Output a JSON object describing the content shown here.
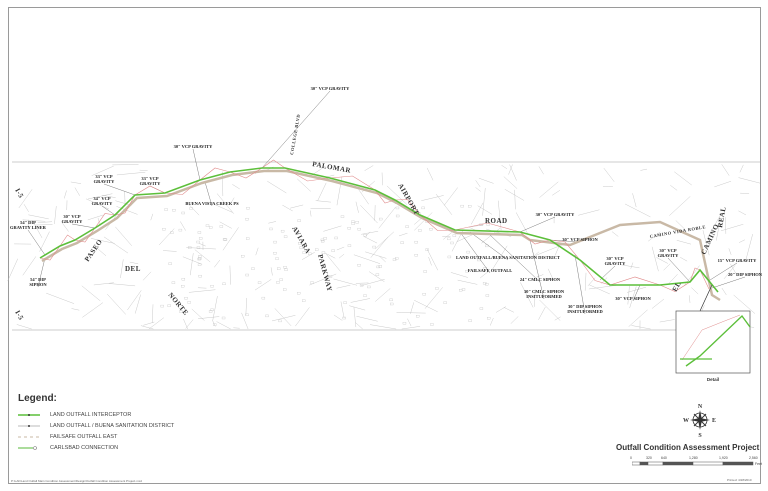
{
  "map": {
    "callouts": [
      "30\" VCP GRAVITY",
      "30\" VCP GRAVITY",
      "33\" VCP GRAVITY",
      "33\" VCP GRAVITY",
      "34\" VCP GRAVITY",
      "30\" VCP GRAVITY",
      "54\" DIP GRAVITY LINER",
      "54\" DIP SIPHON",
      "30\" VCP GRAVITY",
      "30\" VCP SIPHON",
      "LAND OUTFALL/BUENA SANITATION DISTRICT",
      "FAILSAFE OUTFALL",
      "24\" CMLC SIPHON",
      "30\" CMLC SIPHON INSITUFORMED",
      "30\" DIP SIPHON INSITUFORMED",
      "30\" VCP GRAVITY",
      "30\" VCP SIPHON",
      "30\" VCP GRAVITY",
      "15\" VCP GRAVITY",
      "20\" DIP SIPHON",
      "BUENA VISTA CREEK PS"
    ],
    "roads": [
      "I-5",
      "I-5",
      "PASEO",
      "DEL",
      "NORTE",
      "COLLEGE BLVD",
      "PALOMAR",
      "AVIARA",
      "PARKWAY",
      "AIRPORT",
      "ROAD",
      "CAMINO VIDA ROBLE",
      "EL",
      "CAMINO",
      "REAL"
    ],
    "detail_label": "Detail",
    "colors": {
      "interceptor": "#5cbf3a",
      "buena": "#e08a8a",
      "failsafe": "#c9b9a6",
      "carlsbad": "#8fd07a",
      "streets": "#bdbdbd"
    }
  },
  "legend": {
    "title": "Legend:",
    "items": [
      {
        "label": "LAND OUTFALL INTERCEPTOR",
        "color": "#5cbf3a"
      },
      {
        "label": "LAND OUTFALL / BUENA SANITATION DISTRICT",
        "color": "#999999"
      },
      {
        "label": "FAILSAFE OUTFALL EAST",
        "color": "#c9b9a6"
      },
      {
        "label": "CARLSBAD CONNECTION",
        "color": "#8fd07a"
      }
    ]
  },
  "compass": {
    "n": "N",
    "s": "S",
    "e": "E",
    "w": "W"
  },
  "title": "Outfall Condition Assessment Project",
  "scale": {
    "ticks": [
      "0",
      "320",
      "640",
      "1,280",
      "1,920",
      "2,560"
    ],
    "unit": "Feet"
  },
  "file_path": "P:\\LAF\\Land Outfall Main Condition Assessment\\Design\\Outfall Condition Assessment Project.mxd",
  "printed": "Printed: 4/28/2010"
}
